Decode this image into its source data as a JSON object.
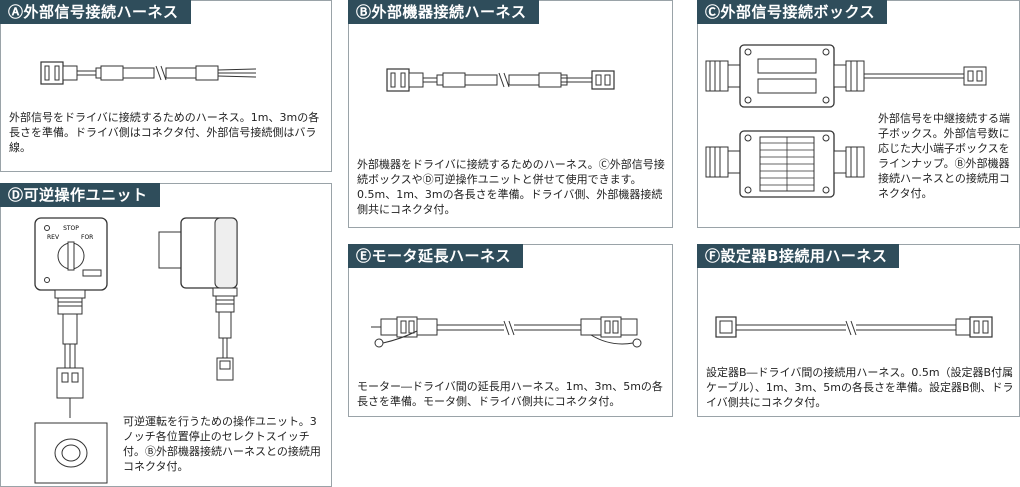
{
  "panels": {
    "a": {
      "title": "Ⓐ外部信号接続ハーネス",
      "desc": "外部信号をドライバに接続するためのハーネス。1m、3mの各長さを準備。ドライバ側はコネクタ付、外部信号接続側はバラ線。"
    },
    "b": {
      "title": "Ⓑ外部機器接続ハーネス",
      "desc": "外部機器をドライバに接続するためのハーネス。Ⓒ外部信号接続ボックスやⒹ可逆操作ユニットと併せて使用できます。0.5m、1m、3mの各長さを準備。ドライバ側、外部機器接続側共にコネクタ付。"
    },
    "c": {
      "title": "Ⓒ外部信号接続ボックス",
      "desc": "外部信号を中継接続する端子ボックス。外部信号数に応じた大小端子ボックスをラインナップ。Ⓑ外部機器接続ハーネスとの接続用コネクタ付。"
    },
    "d": {
      "title": "Ⓓ可逆操作ユニット",
      "desc": "可逆運転を行うための操作ユニット。3ノッチ各位置停止のセレクトスイッチ付。Ⓑ外部機器接続ハーネスとの接続用コネクタ付。",
      "label_stop": "STOP",
      "label_rev": "REV",
      "label_for": "FOR"
    },
    "e": {
      "title": "Ⓔモータ延長ハーネス",
      "desc": "モーター―ドライバ間の延長用ハーネス。1m、3m、5mの各長さを準備。モータ側、ドライバ側共にコネクタ付。"
    },
    "f": {
      "title": "Ⓕ設定器B接続用ハーネス",
      "desc": "設定器B―ドライバ間の接続用ハーネス。0.5m（設定器B付属ケーブル）、1m、3m、5mの各長さを準備。設定器B側、ドライバ側共にコネクタ付。"
    }
  },
  "colors": {
    "title_bg": "#2f4d5b",
    "border": "#9aa3a8"
  }
}
